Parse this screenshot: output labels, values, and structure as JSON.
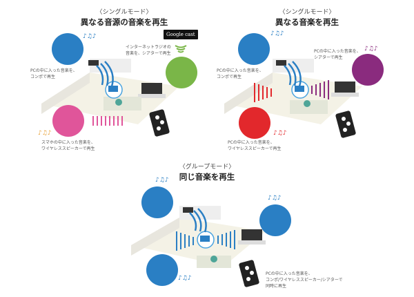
{
  "panels": [
    {
      "id": "single-diff-source",
      "mode": "〈シングルモード〉",
      "title": "異なる音源の音楽を再生",
      "logo": "Google cast",
      "captions": [
        {
          "lines": [
            "インターネットラジオの",
            "音楽を、シアターで再生"
          ]
        },
        {
          "lines": [
            "PCの中に入った音楽を、",
            "コンポで再生"
          ]
        },
        {
          "lines": [
            "スマホの中に入った音楽を、",
            "ワイヤレススピーカーで再生"
          ]
        }
      ],
      "colors": {
        "combo": "#2a7fc4",
        "theater": "#7ab648",
        "speaker": "#e0559a"
      }
    },
    {
      "id": "single-diff-music",
      "mode": "〈シングルモード〉",
      "title": "異なる音楽を再生",
      "captions": [
        {
          "lines": [
            "PCの中に入った音楽を、",
            "シアターで再生"
          ]
        },
        {
          "lines": [
            "PCの中に入った音楽を、",
            "コンポで再生"
          ]
        },
        {
          "lines": [
            "PCの中に入った音楽を、",
            "ワイヤレススピーカーで再生"
          ]
        }
      ],
      "colors": {
        "combo": "#2a7fc4",
        "theater": "#8a2b7e",
        "speaker": "#e2282c"
      }
    },
    {
      "id": "group-same-music",
      "mode": "〈グループモード〉",
      "title": "同じ音楽を再生",
      "captions": [
        {
          "lines": [
            "PCの中に入った音楽を、",
            "コンポ/ワイヤレススピーカー/シアターで",
            "同時に再生"
          ]
        }
      ],
      "colors": {
        "combo": "#2a7fc4",
        "theater": "#2a7fc4",
        "speaker": "#2a7fc4"
      }
    }
  ],
  "icons": {
    "music_notes": "♪♫♪",
    "wifi": "wifi-waves"
  }
}
